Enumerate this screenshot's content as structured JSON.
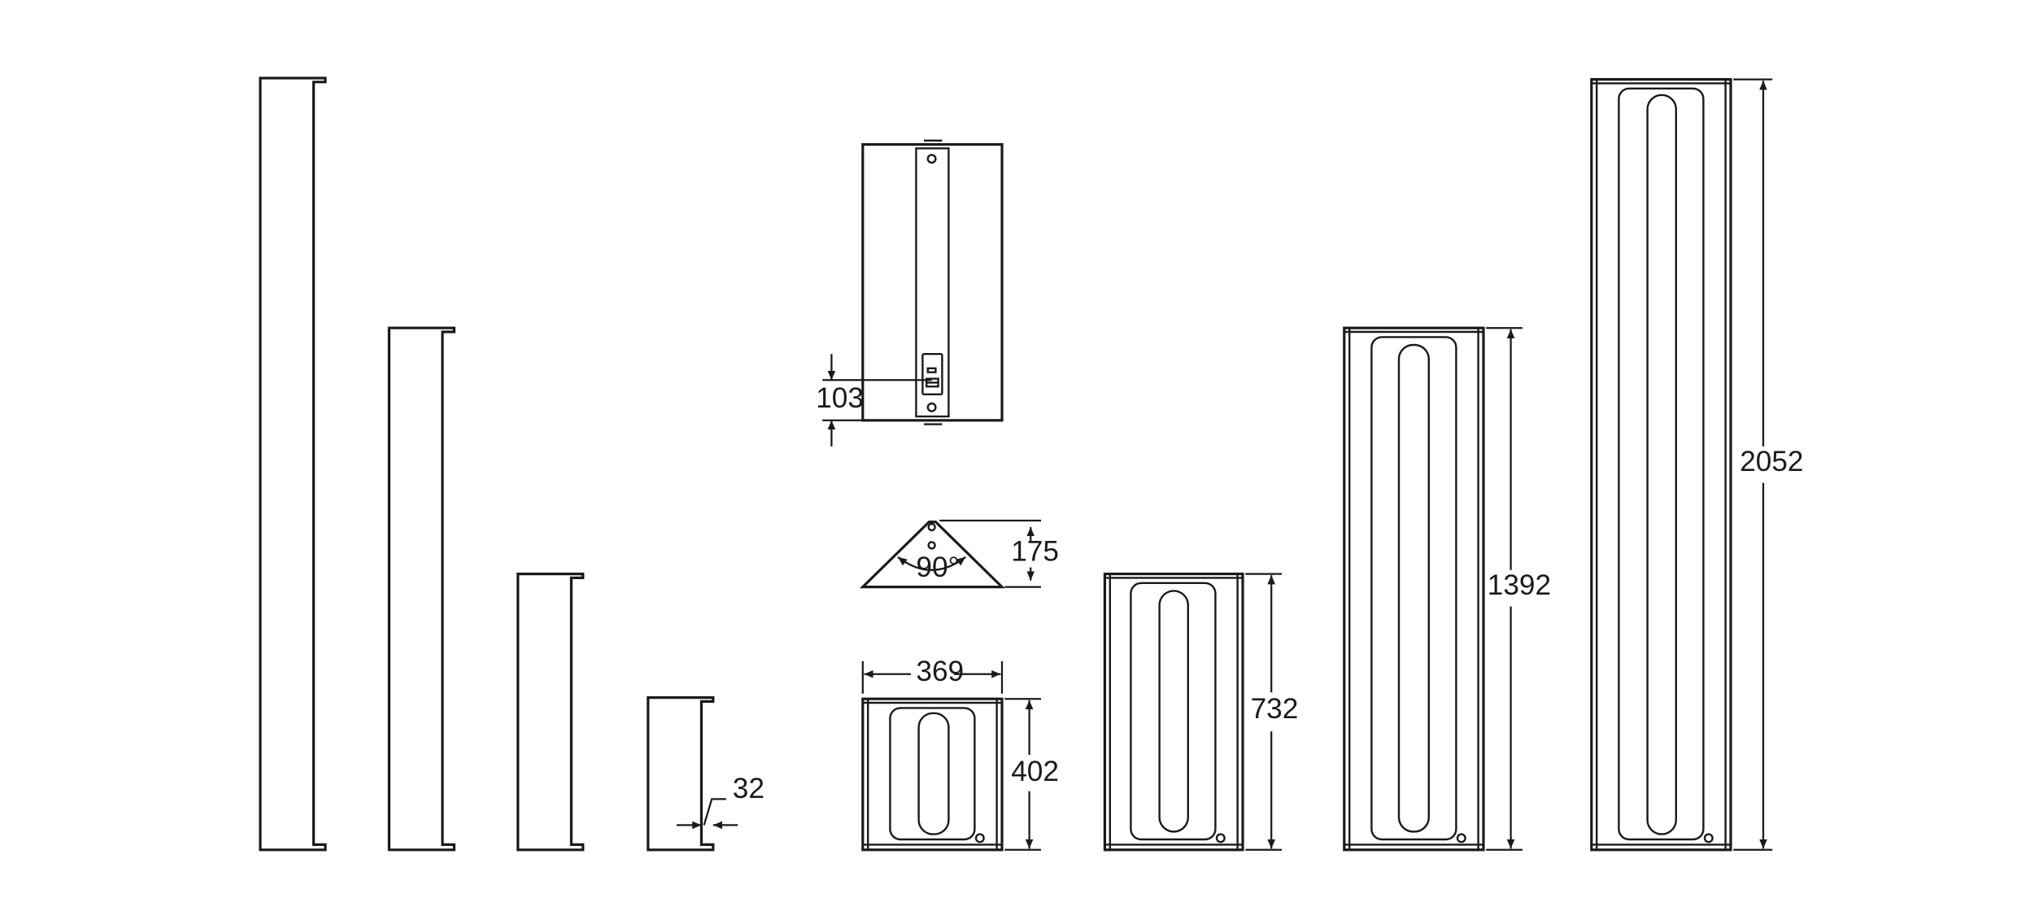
{
  "dimensions": {
    "back_connector_offset": "103",
    "bracket_depth": "175",
    "bracket_angle": "90°",
    "cabinet_width": "369",
    "height_small": "402",
    "height_medium": "732",
    "height_large": "1392",
    "height_xlarge": "2052",
    "side_depth": "32"
  },
  "colors": {
    "line": "#1a1a1a",
    "background": "#ffffff"
  }
}
